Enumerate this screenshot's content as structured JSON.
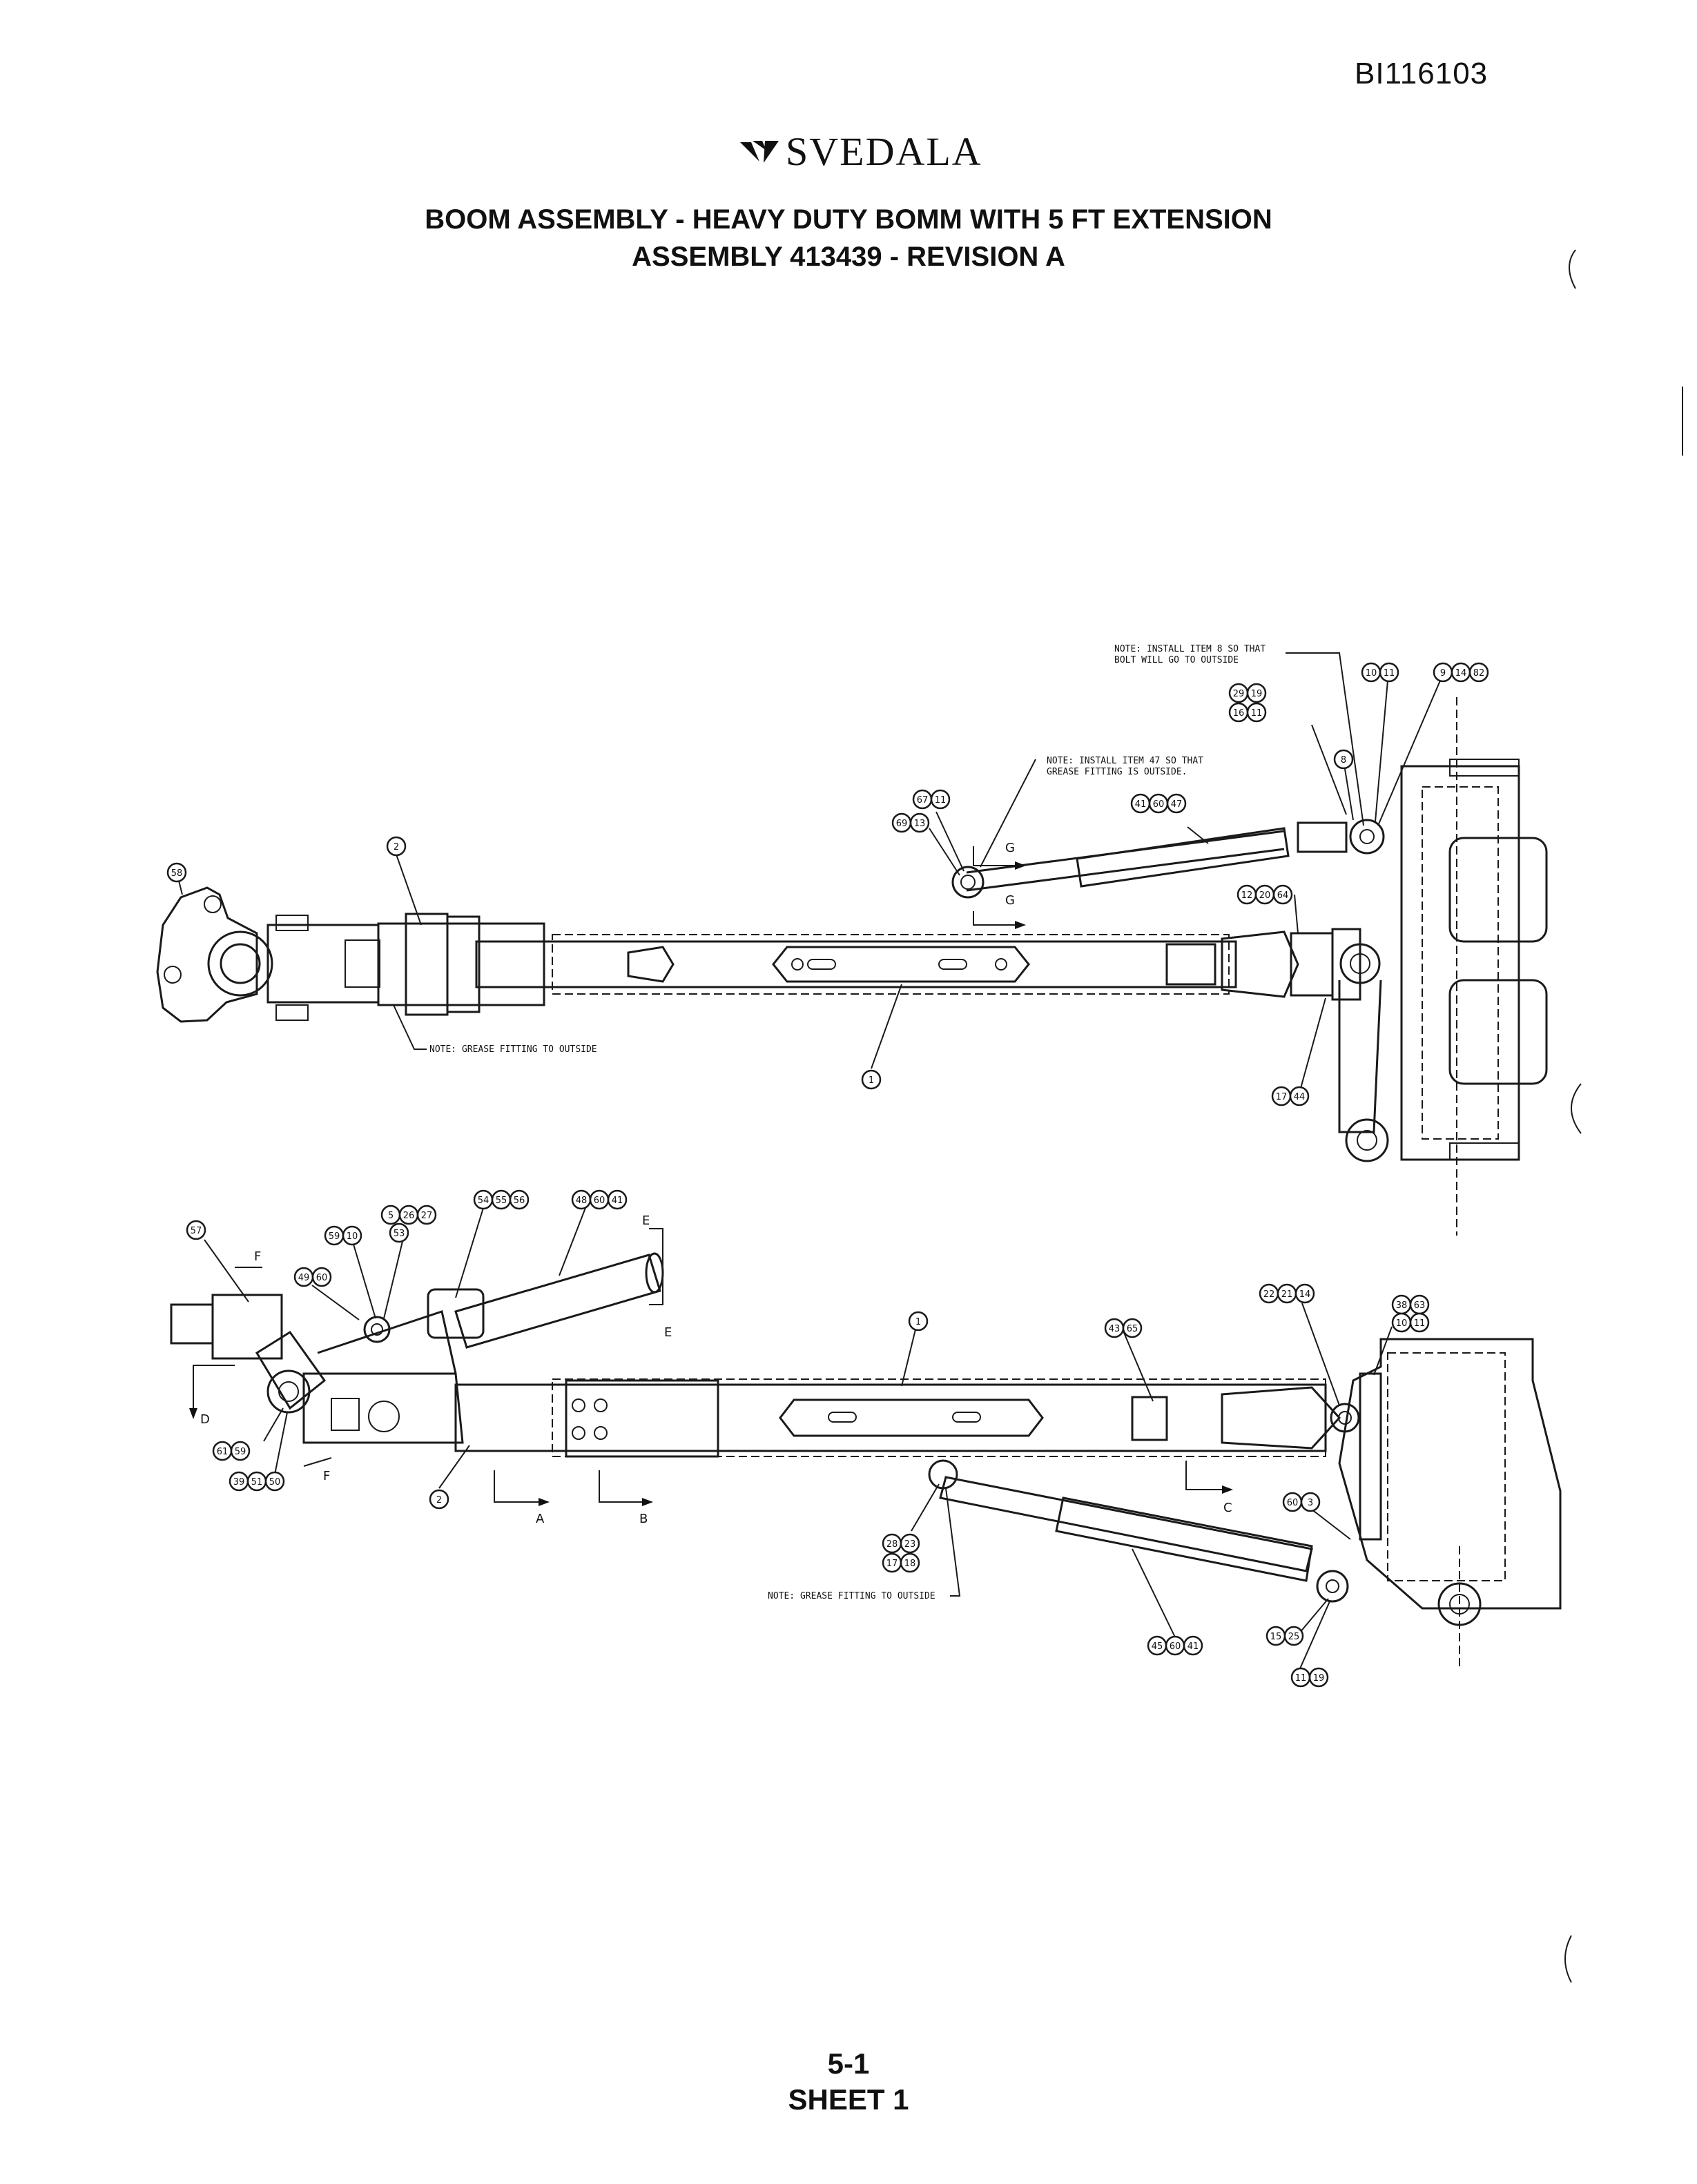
{
  "header": {
    "doc_id": "BI116103",
    "brand": "SVEDALA",
    "title_line1": "BOOM ASSEMBLY - HEAVY DUTY BOMM WITH 5 FT EXTENSION",
    "title_line2": "ASSEMBLY 413439 - REVISION A"
  },
  "footer": {
    "page": "5-1",
    "sheet": "SHEET 1"
  },
  "notes": {
    "n1_l1": "NOTE: INSTALL ITEM 8 SO THAT",
    "n1_l2": "BOLT WILL GO TO OUTSIDE",
    "n2_l1": "NOTE: INSTALL ITEM 47 SO THAT",
    "n2_l2": "GREASE FITTING IS OUTSIDE.",
    "n3": "NOTE: GREASE FITTING TO OUTSIDE",
    "n4": "NOTE: GREASE FITTING TO OUTSIDE"
  },
  "section_labels": {
    "g_top": "G",
    "g_bot": "G",
    "e_top": "E",
    "e_bot": "E",
    "f_top": "F",
    "f_bot": "F",
    "d": "D",
    "a": "A",
    "b": "B",
    "c": "C"
  },
  "callouts": {
    "c10": "10",
    "c11": "11",
    "c9": "9",
    "c14": "14",
    "c82": "82",
    "c29": "29",
    "c19": "19",
    "c16": "16",
    "c11b": "11",
    "c8": "8",
    "c41": "41",
    "c60": "60",
    "c47": "47",
    "c67": "67",
    "c11c": "11",
    "c69": "69",
    "c13": "13",
    "c2": "2",
    "c58": "58",
    "c12": "12",
    "c20": "20",
    "c64": "64",
    "c1": "1",
    "c17": "17",
    "c44": "44",
    "c57": "57",
    "c59": "59",
    "c10b": "10",
    "c5": "5",
    "c26": "26",
    "c27": "27",
    "c53": "53",
    "c54": "54",
    "c55": "55",
    "c56": "56",
    "c48": "48",
    "c60b": "60",
    "c41b": "41",
    "c49": "49",
    "c60c": "60",
    "c1b": "1",
    "c43": "43",
    "c65": "65",
    "c22": "22",
    "c21": "21",
    "c14b": "14",
    "c38": "38",
    "c63": "63",
    "c10c": "10",
    "c11d": "11",
    "c61": "61",
    "c59b": "59",
    "c39": "39",
    "c51": "51",
    "c50": "50",
    "c2b": "2",
    "c28": "28",
    "c23": "23",
    "c17b": "17",
    "c18": "18",
    "c60d": "60",
    "c3": "3",
    "c15": "15",
    "c25": "25",
    "c45": "45",
    "c60e": "60",
    "c41c": "41",
    "c11e": "11",
    "c19b": "19"
  }
}
